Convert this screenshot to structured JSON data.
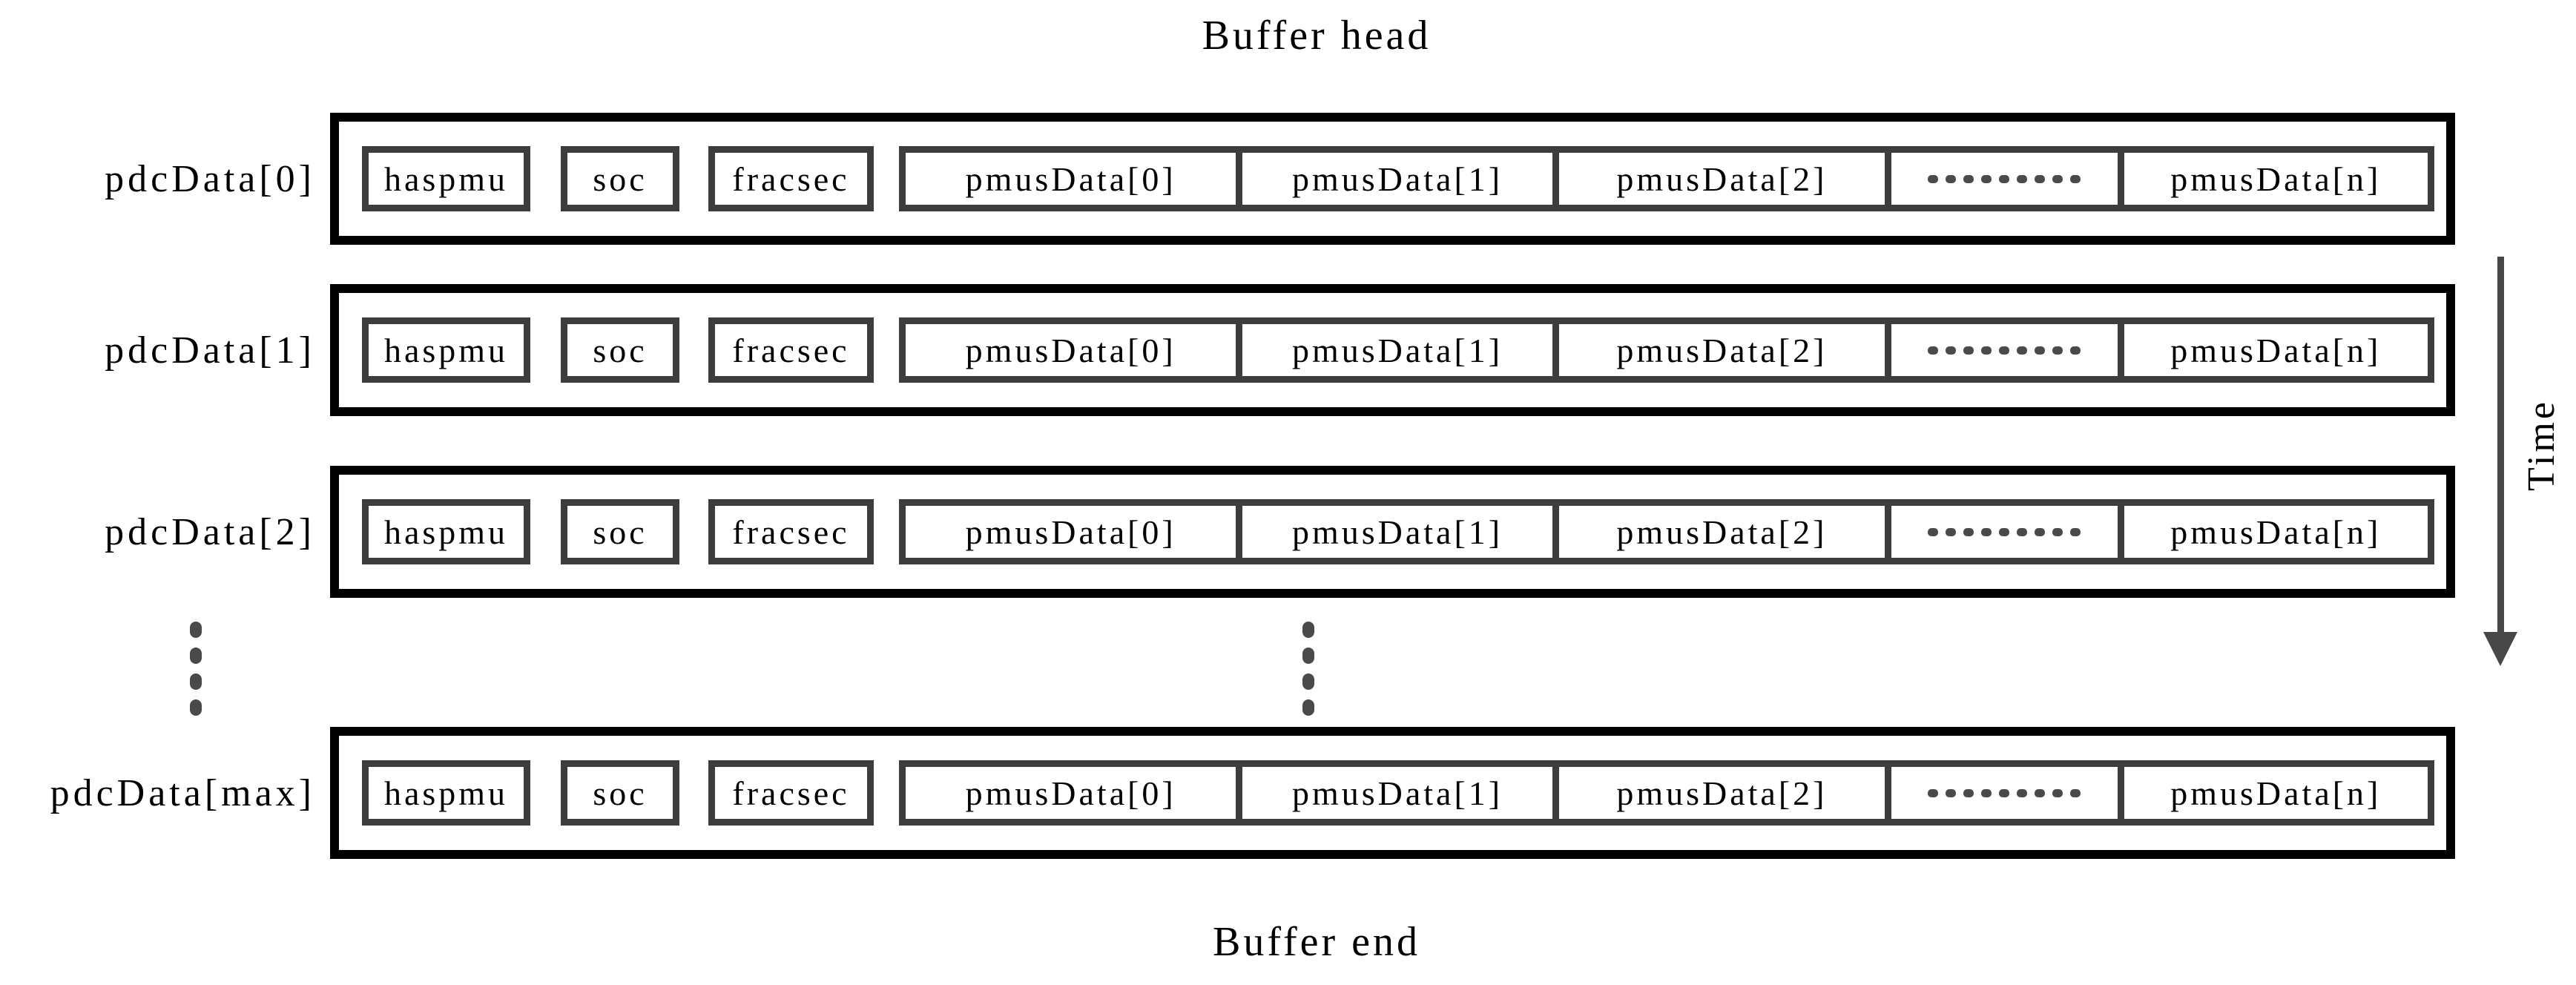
{
  "figure": {
    "title_top": "Buffer head",
    "title_bottom": "Buffer end",
    "time_axis_label": "Time"
  },
  "rows": [
    {
      "label": "pdcData[0]",
      "cells": [
        "haspmu",
        "soc",
        "fracsec"
      ],
      "pmus": [
        "pmusData[0]",
        "pmusData[1]",
        "pmusData[2]",
        "pmusData[n]"
      ]
    },
    {
      "label": "pdcData[1]",
      "cells": [
        "haspmu",
        "soc",
        "fracsec"
      ],
      "pmus": [
        "pmusData[0]",
        "pmusData[1]",
        "pmusData[2]",
        "pmusData[n]"
      ]
    },
    {
      "label": "pdcData[2]",
      "cells": [
        "haspmu",
        "soc",
        "fracsec"
      ],
      "pmus": [
        "pmusData[0]",
        "pmusData[1]",
        "pmusData[2]",
        "pmusData[n]"
      ]
    },
    {
      "label": "pdcData[max]",
      "cells": [
        "haspmu",
        "soc",
        "fracsec"
      ],
      "pmus": [
        "pmusData[0]",
        "pmusData[1]",
        "pmusData[2]",
        "pmusData[n]"
      ]
    }
  ],
  "ellipsis": {
    "horizontal_dash_count": 9,
    "vertical_dot_count": 4
  },
  "colors": {
    "outer_border": "#000000",
    "inner_border": "#3d3d3d",
    "ellipsis_gray": "#4a4a4a",
    "arrow_gray": "#474747",
    "text": "#000000",
    "background": "#ffffff"
  }
}
